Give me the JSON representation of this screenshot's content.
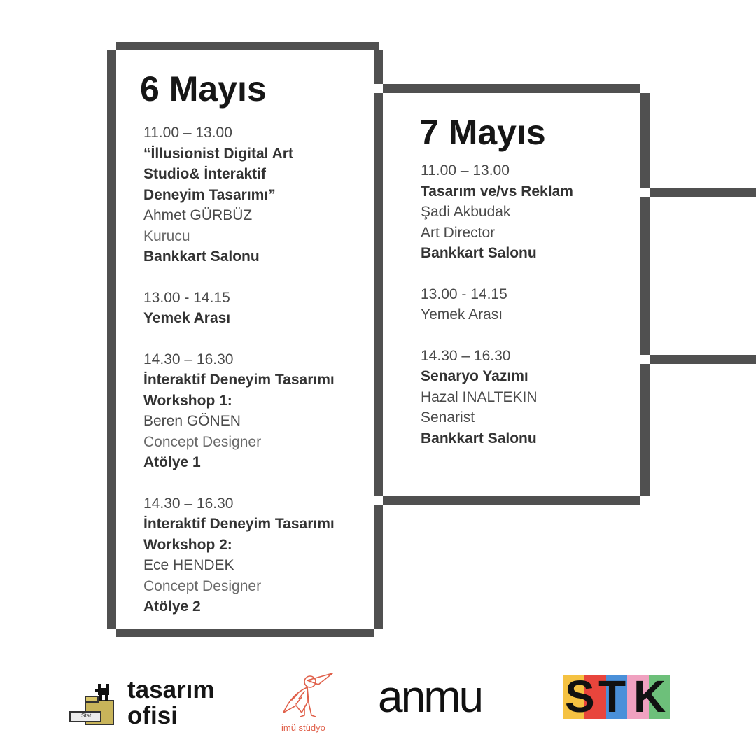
{
  "day1": {
    "title": "6 Mayıs",
    "lines": [
      {
        "text": "11.00 – 13.00",
        "style": "l"
      },
      {
        "text": "“İllusionist Digital Art",
        "style": "b"
      },
      {
        "text": "Studio& İnteraktif",
        "style": "b"
      },
      {
        "text": "Deneyim Tasarımı”",
        "style": "b"
      },
      {
        "text": "Ahmet GÜRBÜZ",
        "style": "l"
      },
      {
        "text": "Kurucu",
        "style": "xl"
      },
      {
        "text": "Bankkart Salonu",
        "style": "b"
      },
      {
        "gap": true
      },
      {
        "text": "13.00 - 14.15",
        "style": "l"
      },
      {
        "text": "Yemek Arası",
        "style": "b"
      },
      {
        "gap": true
      },
      {
        "text": "14.30 – 16.30",
        "style": "l"
      },
      {
        "text": "İnteraktif Deneyim Tasarımı",
        "style": "b"
      },
      {
        "text": "Workshop 1:",
        "style": "b"
      },
      {
        "text": "Beren GÖNEN",
        "style": "l"
      },
      {
        "text": "Concept Designer",
        "style": "xl"
      },
      {
        "text": "Atölye 1",
        "style": "b"
      },
      {
        "gap": true
      },
      {
        "text": "14.30 – 16.30",
        "style": "l"
      },
      {
        "text": "İnteraktif Deneyim Tasarımı",
        "style": "b"
      },
      {
        "text": "Workshop 2:",
        "style": "b"
      },
      {
        "text": "Ece HENDEK",
        "style": "l"
      },
      {
        "text": "Concept Designer",
        "style": "xl"
      },
      {
        "text": "Atölye 2",
        "style": "b"
      }
    ]
  },
  "day2": {
    "title": "7 Mayıs",
    "lines": [
      {
        "text": "11.00 – 13.00",
        "style": "l"
      },
      {
        "text": "Tasarım ve/vs Reklam",
        "style": "b"
      },
      {
        "text": "Şadi Akbudak",
        "style": "l"
      },
      {
        "text": "Art Director",
        "style": "l"
      },
      {
        "text": "Bankkart Salonu",
        "style": "b"
      },
      {
        "gap": true
      },
      {
        "text": "13.00 - 14.15",
        "style": "l"
      },
      {
        "text": "Yemek Arası",
        "style": "l"
      },
      {
        "gap": true
      },
      {
        "text": "14.30 – 16.30",
        "style": "l"
      },
      {
        "text": "Senaryo Yazımı",
        "style": "b"
      },
      {
        "text": "Hazal INALTEKIN",
        "style": "l"
      },
      {
        "text": "Senarist",
        "style": "l"
      },
      {
        "text": "Bankkart Salonu",
        "style": "b"
      }
    ]
  },
  "logos": {
    "tasarim_ofisi": {
      "line1": "tasarım",
      "line2": "ofisi",
      "tag": "Stat"
    },
    "imu_studyo": {
      "caption": "imü stüdyo"
    },
    "anmu": {
      "text": "anmu"
    },
    "stk": {
      "letters": [
        "S",
        "T",
        "K"
      ],
      "colors": [
        "#f5c242",
        "#e8453c",
        "#4a90d9",
        "#f0a1c0",
        "#6dc07a"
      ]
    }
  },
  "colors": {
    "frame": "#505050",
    "title": "#161616",
    "text": "#333333",
    "imu_accent": "#e0604a"
  }
}
